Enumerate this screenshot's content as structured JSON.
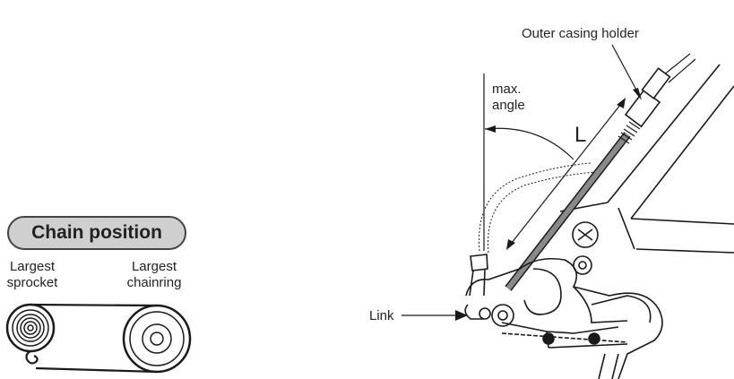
{
  "chain_position": {
    "title": "Chain position",
    "largest_sprocket": "Largest\nsprocket",
    "largest_chainring": "Largest\nchainring"
  },
  "labels": {
    "outer_casing_holder": "Outer casing holder",
    "max_angle": "max.\nangle",
    "length": "L",
    "link": "Link"
  },
  "colors": {
    "line": "#1a1a1a",
    "pill_fill": "#cfcfcf",
    "cable_gray": "#8a8a8a"
  }
}
